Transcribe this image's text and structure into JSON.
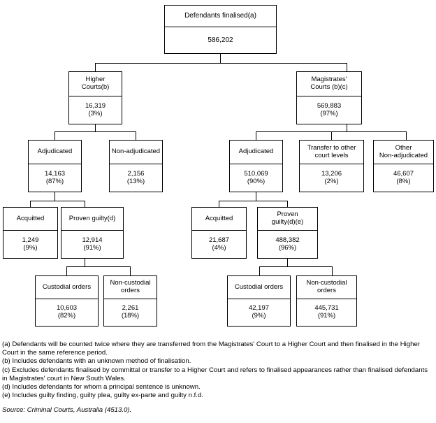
{
  "chart_data": {
    "type": "diagram",
    "title": "Defendants finalised flow diagram",
    "nodes": [
      {
        "id": "root",
        "label": "Defendants finalised(a)",
        "value": "586,202",
        "percent": ""
      },
      {
        "id": "higher_courts",
        "label": "Higher\nCourts(b)",
        "value": "16,319",
        "percent": "(3%)"
      },
      {
        "id": "magistrates_courts",
        "label": "Magistrates'\nCourts (b)(c)",
        "value": "569,883",
        "percent": "(97%)"
      },
      {
        "id": "hc_adjudicated",
        "label": "Adjudicated",
        "value": "14,163",
        "percent": "(87%)"
      },
      {
        "id": "hc_non_adjudicated",
        "label": "Non-adjudicated",
        "value": "2,156",
        "percent": "(13%)"
      },
      {
        "id": "mc_adjudicated",
        "label": "Adjudicated",
        "value": "510,069",
        "percent": "(90%)"
      },
      {
        "id": "mc_transfer",
        "label": "Transfer to other\ncourt levels",
        "value": "13,206",
        "percent": "(2%)"
      },
      {
        "id": "mc_other_non_adjudicated",
        "label": "Other\nNon-adjudicated",
        "value": "46,607",
        "percent": "(8%)"
      },
      {
        "id": "hc_acquitted",
        "label": "Acquitted",
        "value": "1,249",
        "percent": "(9%)"
      },
      {
        "id": "hc_proven_guilty",
        "label": "Proven guilty(d)",
        "value": "12,914",
        "percent": "(91%)"
      },
      {
        "id": "mc_acquitted",
        "label": "Acquitted",
        "value": "21,687",
        "percent": "(4%)"
      },
      {
        "id": "mc_proven_guilty",
        "label": "Proven\nguilty(d)(e)",
        "value": "488,382",
        "percent": "(96%)"
      },
      {
        "id": "hc_custodial",
        "label": "Custodial orders",
        "value": "10,603",
        "percent": "(82%)"
      },
      {
        "id": "hc_non_custodial",
        "label": "Non-custodial\norders",
        "value": "2,261",
        "percent": "(18%)"
      },
      {
        "id": "mc_custodial",
        "label": "Custodial orders",
        "value": "42,197",
        "percent": "(9%)"
      },
      {
        "id": "mc_non_custodial",
        "label": "Non-custodial\norders",
        "value": "445,731",
        "percent": "(91%)"
      }
    ],
    "edges": [
      {
        "from": "root",
        "to": "higher_courts"
      },
      {
        "from": "root",
        "to": "magistrates_courts"
      },
      {
        "from": "higher_courts",
        "to": "hc_adjudicated"
      },
      {
        "from": "higher_courts",
        "to": "hc_non_adjudicated"
      },
      {
        "from": "magistrates_courts",
        "to": "mc_adjudicated"
      },
      {
        "from": "magistrates_courts",
        "to": "mc_transfer"
      },
      {
        "from": "magistrates_courts",
        "to": "mc_other_non_adjudicated"
      },
      {
        "from": "hc_adjudicated",
        "to": "hc_acquitted"
      },
      {
        "from": "hc_adjudicated",
        "to": "hc_proven_guilty"
      },
      {
        "from": "mc_adjudicated",
        "to": "mc_acquitted"
      },
      {
        "from": "mc_adjudicated",
        "to": "mc_proven_guilty"
      },
      {
        "from": "hc_proven_guilty",
        "to": "hc_custodial"
      },
      {
        "from": "hc_proven_guilty",
        "to": "hc_non_custodial"
      },
      {
        "from": "mc_proven_guilty",
        "to": "mc_custodial"
      },
      {
        "from": "mc_proven_guilty",
        "to": "mc_non_custodial"
      }
    ]
  },
  "diagram": {
    "root": {
      "label": "Defendants finalised(a)",
      "value": "586,202"
    },
    "higher_courts": {
      "label_line1": "Higher",
      "label_line2": "Courts(b)",
      "value": "16,319",
      "percent": "(3%)"
    },
    "magistrates_courts": {
      "label_line1": "Magistrates'",
      "label_line2": "Courts (b)(c)",
      "value": "569,883",
      "percent": "(97%)"
    },
    "hc_adjudicated": {
      "label": "Adjudicated",
      "value": "14,163",
      "percent": "(87%)"
    },
    "hc_non_adjudicated": {
      "label": "Non-adjudicated",
      "value": "2,156",
      "percent": "(13%)"
    },
    "mc_adjudicated": {
      "label": "Adjudicated",
      "value": "510,069",
      "percent": "(90%)"
    },
    "mc_transfer": {
      "label_line1": "Transfer to other",
      "label_line2": "court levels",
      "value": "13,206",
      "percent": "(2%)"
    },
    "mc_other_non_adjudicated": {
      "label_line1": "Other",
      "label_line2": "Non-adjudicated",
      "value": "46,607",
      "percent": "(8%)"
    },
    "hc_acquitted": {
      "label": "Acquitted",
      "value": "1,249",
      "percent": "(9%)"
    },
    "hc_proven_guilty": {
      "label": "Proven guilty(d)",
      "value": "12,914",
      "percent": "(91%)"
    },
    "mc_acquitted": {
      "label": "Acquitted",
      "value": "21,687",
      "percent": "(4%)"
    },
    "mc_proven_guilty": {
      "label_line1": "Proven",
      "label_line2": "guilty(d)(e)",
      "value": "488,382",
      "percent": "(96%)"
    },
    "hc_custodial": {
      "label": "Custodial orders",
      "value": "10,603",
      "percent": "(82%)"
    },
    "hc_non_custodial": {
      "label_line1": "Non-custodial",
      "label_line2": "orders",
      "value": "2,261",
      "percent": "(18%)"
    },
    "mc_custodial": {
      "label": "Custodial orders",
      "value": "42,197",
      "percent": "(9%)"
    },
    "mc_non_custodial": {
      "label_line1": "Non-custodial",
      "label_line2": "orders",
      "value": "445,731",
      "percent": "(91%)"
    }
  },
  "footnotes": {
    "a": "(a) Defendants will be counted twice where they are transferred from the Magistrates' Court to a Higher Court and then finalised in the Higher Court in the same reference period.",
    "b": "(b) Includes defendants with an unknown method of finalisation.",
    "c": "(c) Excludes defendants finalised by committal or transfer to a Higher Court and refers to finalised appearances rather than finalised defendants in Magistrates' court in New South Wales.",
    "d": "(d) Includes defendants for whom a principal sentence is unknown.",
    "e": "(e) Includes guilty finding, guilty plea, guilty ex-parte and guilty n.f.d."
  },
  "source": "Source: Criminal Courts, Australia (4513.0)."
}
